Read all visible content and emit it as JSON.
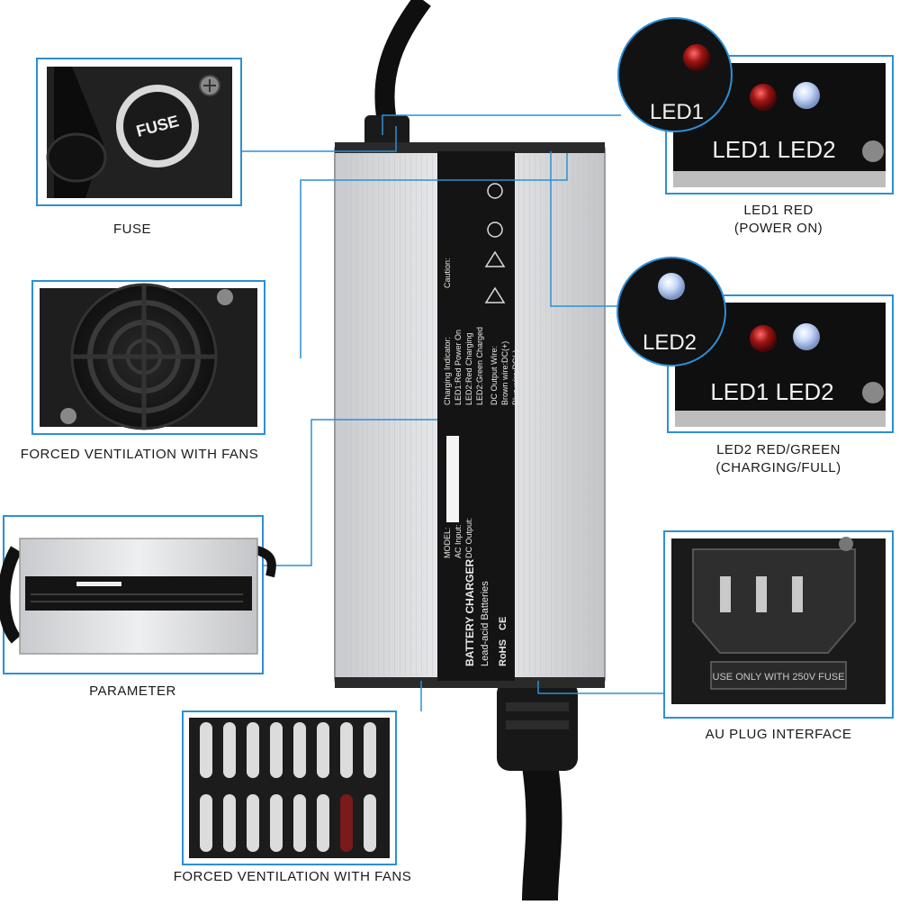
{
  "captions": {
    "fuse": "FUSE",
    "vent_top": "FORCED VENTILATION WITH FANS",
    "parameter": "PARAMETER",
    "vent_bottom": "FORCED VENTILATION WITH FANS",
    "led1_line1": "LED1 RED",
    "led1_line2": "(POWER ON)",
    "led2_line1": "LED2 RED/GREEN",
    "led2_line2": "(CHARGING/FULL)",
    "au_plug": "AU PLUG INTERFACE"
  },
  "photo_text": {
    "fuse_cap": "FUSE",
    "led1_zoom": "LED1",
    "led2_zoom": "LED2",
    "led1_panel": "LED1 LED2",
    "led2_panel": "LED1 LED2",
    "plug_label": "USE ONLY WITH 250V FUSE",
    "label_title": "BATTERY CHARGER",
    "label_sub": "Lead-acid Batteries",
    "label_model": "MODEL:",
    "label_ac_input": "AC Input:",
    "label_dc_output": "DC Output:",
    "label_caution": "Caution:",
    "label_indicator": "Charging Indicator:",
    "label_led1": "LED1:Red Power On",
    "label_led2a": "LED2:Red Charging",
    "label_led2b": "LED2:Green Charged",
    "label_dc_wire": "DC Output Wire:",
    "label_brown": "Brown wire:DC(+)",
    "label_blue": "Blue wire:DC(-)",
    "label_rohs": "RoHS",
    "label_ce": "CE"
  },
  "colors": {
    "accent_line": "#2d8fd6",
    "led_red": "#b51818",
    "led_blue": "#aac7f0",
    "housing": "#dcdde0"
  }
}
